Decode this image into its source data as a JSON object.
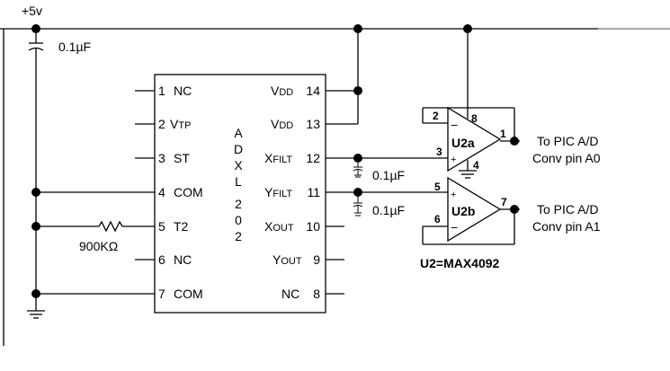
{
  "supply": {
    "label": "+5v"
  },
  "capacitors": {
    "bypass": "0.1µF",
    "xfilt": "0.1µF",
    "yfilt": "0.1µF"
  },
  "resistor": {
    "label": "900KΩ"
  },
  "chip": {
    "name_letters": [
      "A",
      "D",
      "X",
      "L",
      "2",
      "0",
      "2"
    ],
    "left_pins": [
      {
        "num": "1",
        "name": "NC"
      },
      {
        "num": "2",
        "name": "V",
        "sub": "TP"
      },
      {
        "num": "3",
        "name": "ST"
      },
      {
        "num": "4",
        "name": "COM"
      },
      {
        "num": "5",
        "name": "T2"
      },
      {
        "num": "6",
        "name": "NC"
      },
      {
        "num": "7",
        "name": "COM"
      }
    ],
    "right_pins": [
      {
        "num": "14",
        "name": "V",
        "sub": "DD"
      },
      {
        "num": "13",
        "name": "V",
        "sub": "DD"
      },
      {
        "num": "12",
        "name": "X",
        "sub": "FILT"
      },
      {
        "num": "11",
        "name": "Y",
        "sub": "FILT"
      },
      {
        "num": "10",
        "name": "X",
        "sub": "OUT"
      },
      {
        "num": "9",
        "name": "Y",
        "sub": "OUT"
      },
      {
        "num": "8",
        "name": "NC"
      }
    ]
  },
  "opamp_a": {
    "name": "U2a",
    "pin_minus": "2",
    "pin_plus": "3",
    "pin_vcc": "8",
    "pin_gnd": "4",
    "pin_out": "1",
    "sign_minus": "−",
    "sign_plus": "+",
    "dest_line1": "To PIC A/D",
    "dest_line2": "Conv pin A0"
  },
  "opamp_b": {
    "name": "U2b",
    "pin_plus": "5",
    "pin_minus": "6",
    "pin_out": "7",
    "sign_minus": "−",
    "sign_plus": "+",
    "dest_line1": "To PIC A/D",
    "dest_line2": "Conv pin A1"
  },
  "part_label": "U2=MAX4092"
}
